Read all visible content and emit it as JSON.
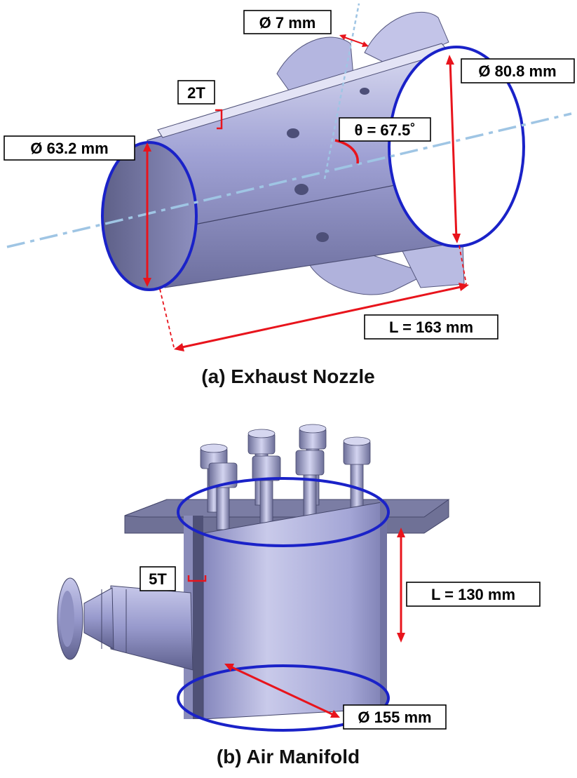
{
  "nozzle": {
    "caption": "(a) Exhaust Nozzle",
    "inlet_diameter": "Ø 63.2 mm",
    "outlet_diameter": "Ø 80.8 mm",
    "hole_diameter": "Ø 7 mm",
    "wall_thickness": "2T",
    "angle": "θ = 67.5˚",
    "length": "L = 163 mm"
  },
  "manifold": {
    "caption": "(b) Air Manifold",
    "wall_thickness": "5T",
    "length": "L = 130 mm",
    "diameter": "Ø 155 mm"
  },
  "colors": {
    "metal": "#a6a8d6",
    "metal_dark": "#6d6f9a",
    "ellipse": "#1a22c8",
    "dimension": "#e8141c",
    "axis": "#9fc5e4"
  }
}
